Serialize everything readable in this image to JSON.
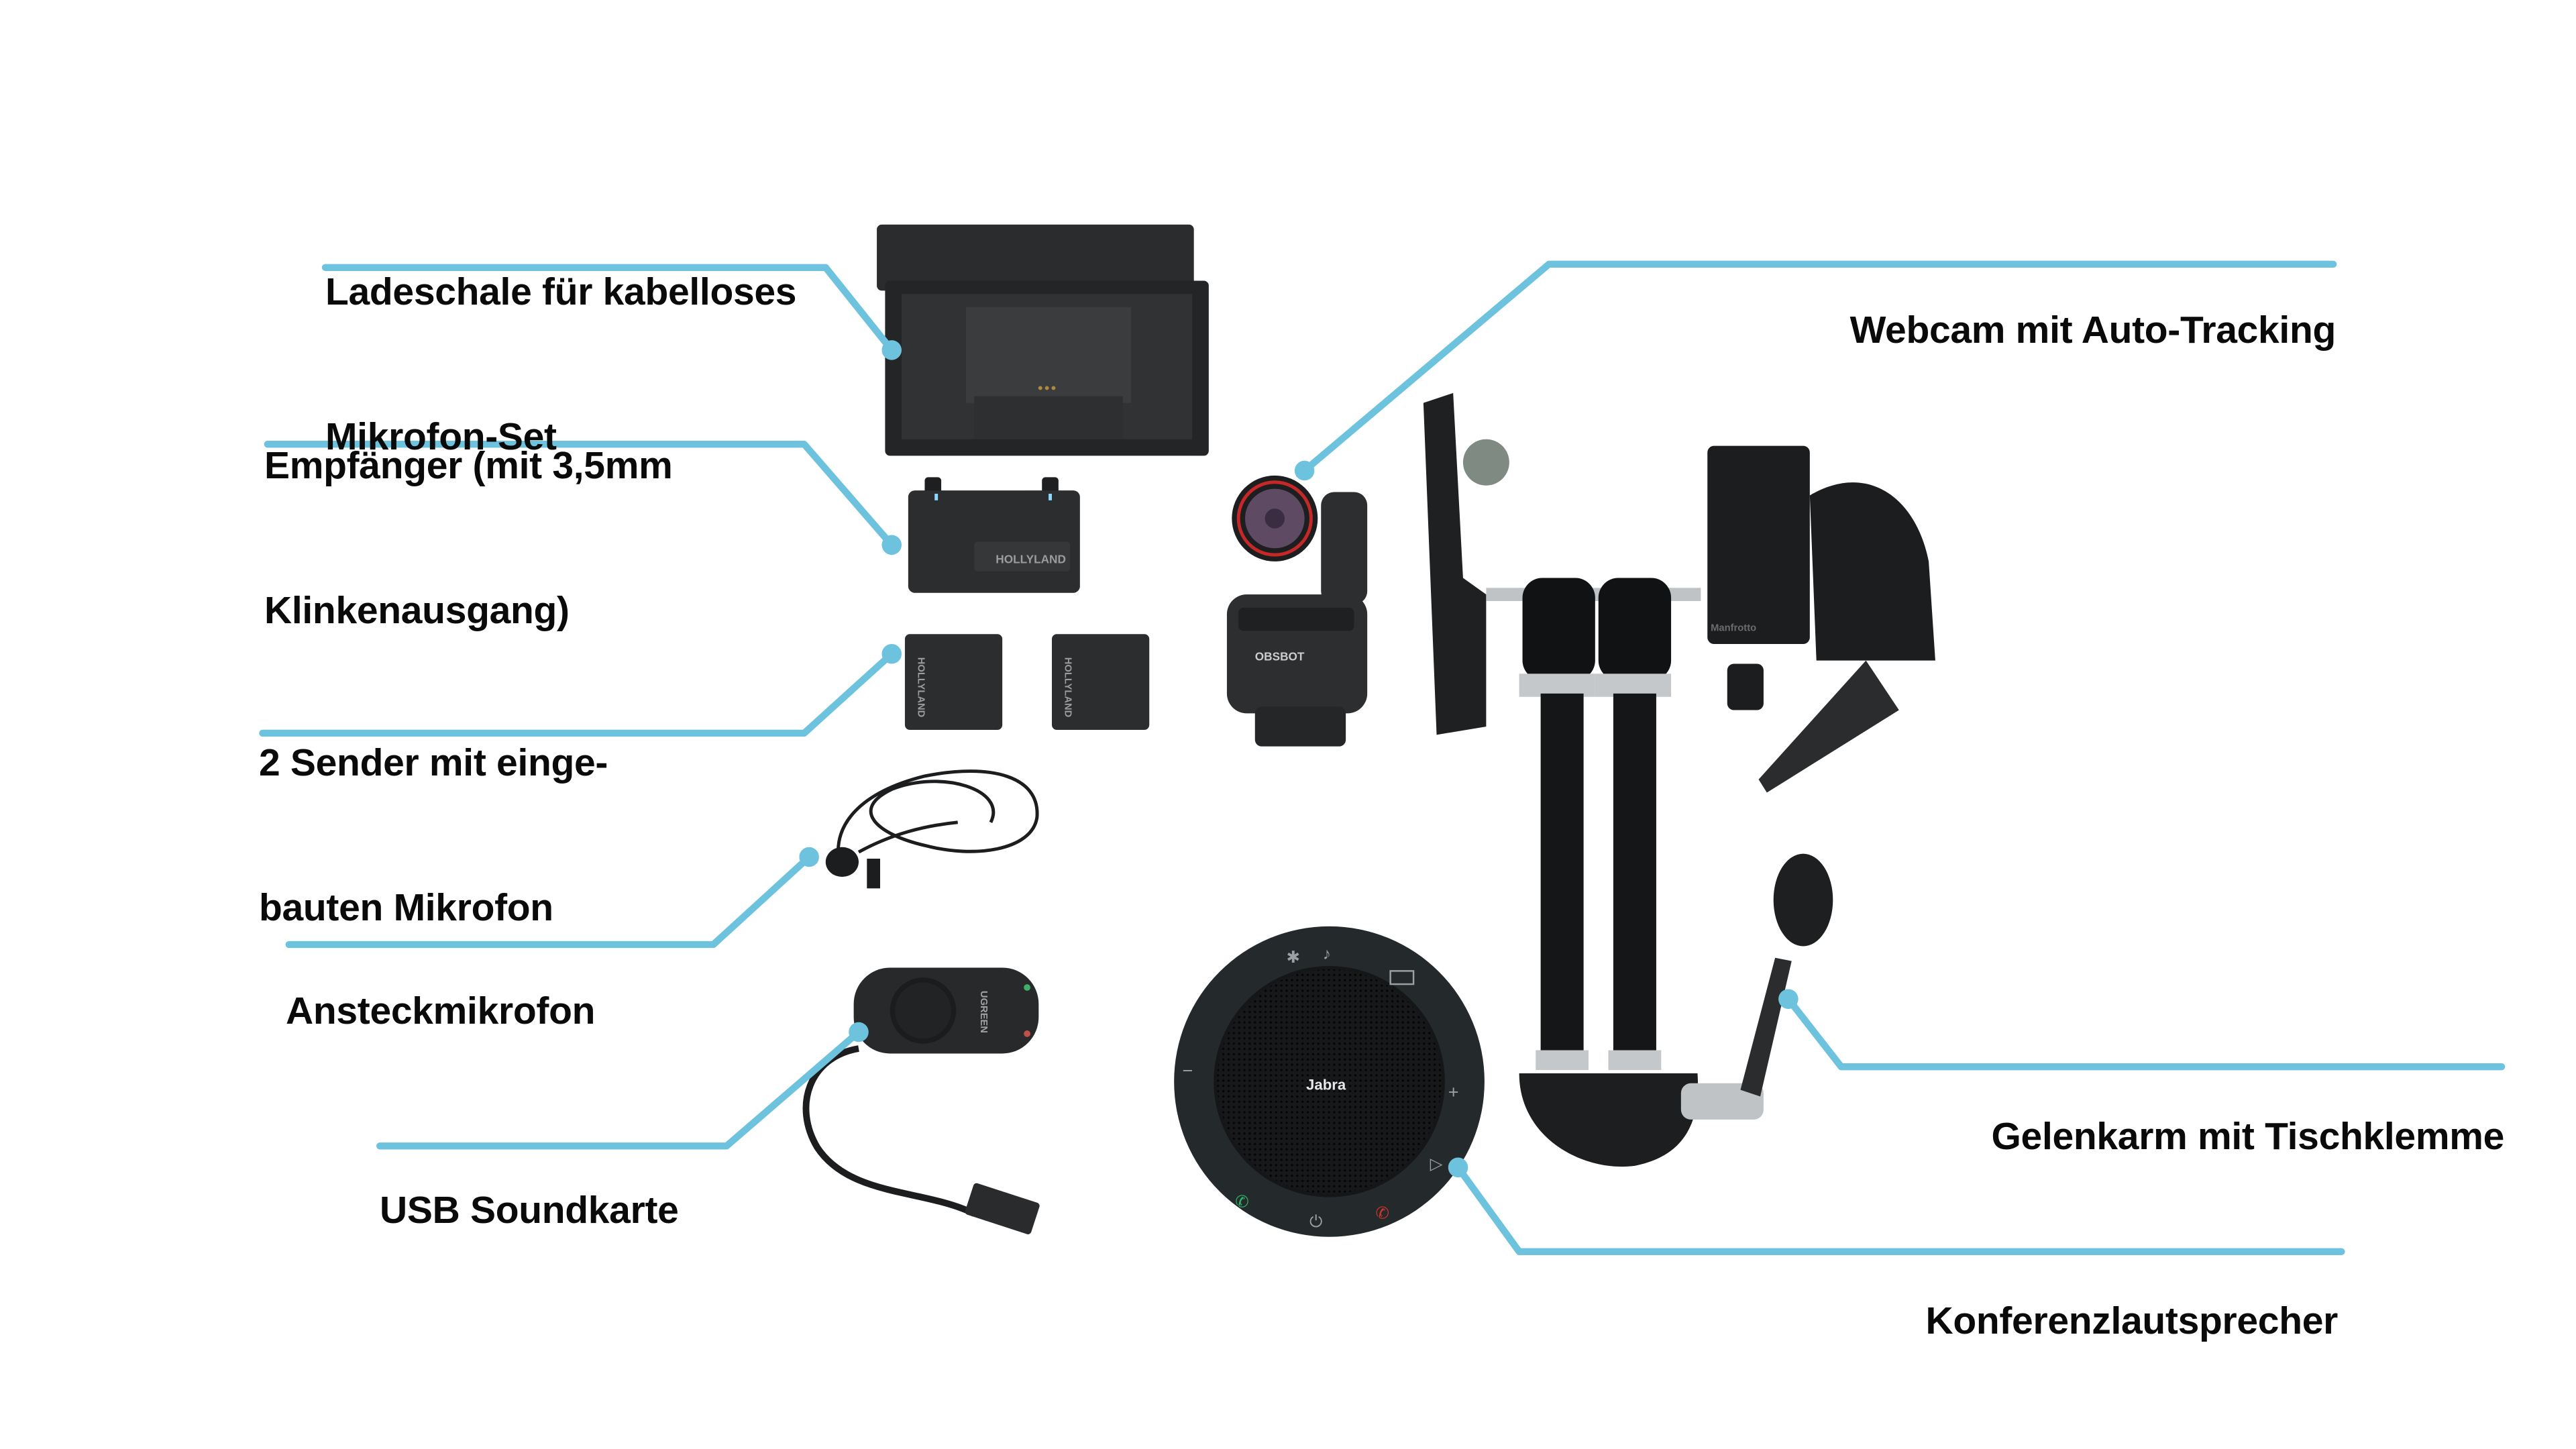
{
  "colors": {
    "callout_line": "#6DC3DE",
    "label_text": "#0a0a0a",
    "background": "#ffffff",
    "device_dark": "#2b2d2e"
  },
  "labels": [
    {
      "id": "charging-case",
      "lines": [
        "Ladeschale für kabelloses",
        "Mikrofon-Set"
      ]
    },
    {
      "id": "receiver",
      "lines": [
        "Empfänger (mit 3,5mm",
        "Klinkenausgang)"
      ]
    },
    {
      "id": "transmitters",
      "lines": [
        "2 Sender mit einge-",
        "bauten Mikrofon"
      ]
    },
    {
      "id": "lavalier",
      "lines": [
        "Ansteckmikrofon"
      ]
    },
    {
      "id": "usb-soundcard",
      "lines": [
        "USB Soundkarte"
      ]
    },
    {
      "id": "webcam",
      "lines": [
        "Webcam mit Auto-Tracking"
      ]
    },
    {
      "id": "articulated-arm",
      "lines": [
        "Gelenkarm mit Tischklemme"
      ]
    },
    {
      "id": "conference-speaker",
      "lines": [
        "Konferenzlautsprecher"
      ]
    }
  ],
  "product_markings": {
    "receiver_brand": "HOLLYLAND",
    "transmitter_brand": "HOLLYLAND",
    "webcam_brand": "OBSBOT",
    "soundcard_brand": "UGREEN",
    "speaker_brand": "Jabra",
    "clamp_brand": "Manfrotto"
  }
}
